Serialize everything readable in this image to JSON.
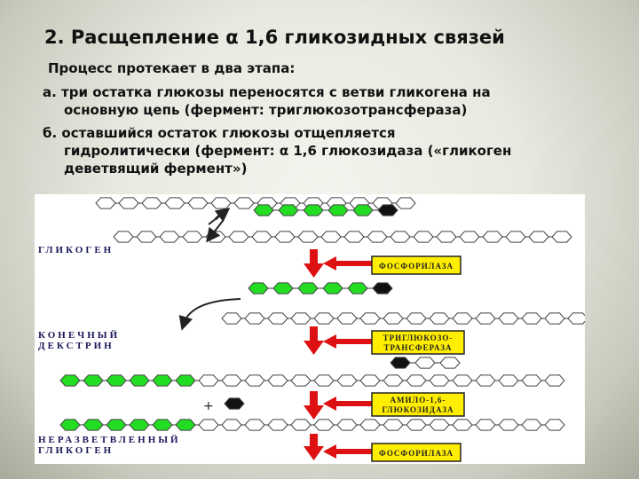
{
  "slide": {
    "title": "2. Расщепление α 1,6 гликозидных связей",
    "intro": "Процесс протекает в два этапа:",
    "step_a_line1": "а. три остатка глюкозы переносятся с ветви гликогена на",
    "step_a_line2": "основную цепь (фермент: триглюкозотрансфераза)",
    "step_b_line1": "б. оставшийся остаток глюкозы отщепляется",
    "step_b_line2": "гидролитически (фермент: α 1,6 глюкозидаза («гликоген",
    "step_b_line3": "деветвящий фермент»)"
  },
  "figure": {
    "label_glycogen": "ГЛИКОГЕН",
    "label_dextrin_1": "КОНЕЧНЫЙ",
    "label_dextrin_2": "ДЕКСТРИН",
    "label_unbranched_1": "НЕРАЗВЕТВЛЕННЫЙ",
    "label_unbranched_2": "ГЛИКОГЕН",
    "plus_sign": "+",
    "enzymes": {
      "e1": "ФОСФОРИЛАЗА",
      "e2_1": "ТРИГЛЮКОЗО-",
      "e2_2": "ТРАНСФЕРАЗА",
      "e3_1": "АМИЛО-1,6-",
      "e3_2": "ГЛЮКОЗИДАЗА",
      "e4": "ФОСФОРИЛАЗА"
    },
    "colors": {
      "glucose_green": "#22dd22",
      "cleaved_black": "#111111",
      "enzyme_box": "#ffee00",
      "arrow_red": "#dd1111"
    }
  }
}
